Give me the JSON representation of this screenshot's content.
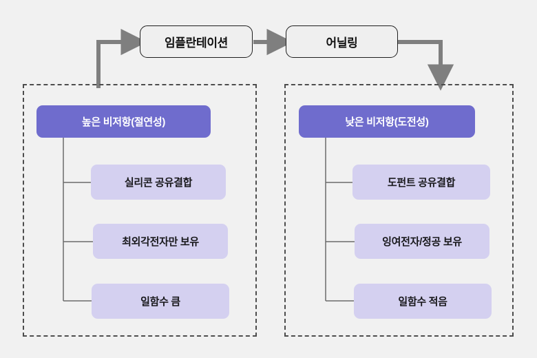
{
  "diagram": {
    "type": "flow-tree",
    "background_color": "#f1f1f1",
    "process_flow": {
      "steps": [
        {
          "id": "implantation",
          "label": "임플란테이션"
        },
        {
          "id": "annealing",
          "label": "어닐링"
        }
      ],
      "connectors": [
        {
          "id": "feedback-to-implantation",
          "from": "insulating-panel",
          "to": "implantation",
          "style": "elbow-arrow",
          "color": "#7f7f7f"
        },
        {
          "id": "implantation-to-annealing",
          "from": "implantation",
          "to": "annealing",
          "style": "straight-arrow",
          "color": "#7f7f7f"
        },
        {
          "id": "annealing-to-conductive",
          "from": "annealing",
          "to": "conductive-panel",
          "style": "elbow-arrow",
          "color": "#7f7f7f"
        }
      ]
    },
    "groups": [
      {
        "id": "insulating-panel",
        "border_style": "dashed",
        "border_color": "#4c4c4c",
        "header": {
          "id": "high-resistivity",
          "label": "높은 비저항(절연성)",
          "fill": "#6f6ccd",
          "text_color": "#ffffff"
        },
        "children": [
          {
            "id": "silicon-covalent",
            "label": "실리콘 공유결합",
            "fill": "#d4d0f0"
          },
          {
            "id": "valence-only",
            "label": "최외각전자만 보유",
            "fill": "#d4d0f0"
          },
          {
            "id": "high-workfunction",
            "label": "일함수 큼",
            "fill": "#d4d0f0"
          }
        ]
      },
      {
        "id": "conductive-panel",
        "border_style": "dashed",
        "border_color": "#4c4c4c",
        "header": {
          "id": "low-resistivity",
          "label": "낮은 비저항(도전성)",
          "fill": "#6f6ccd",
          "text_color": "#ffffff"
        },
        "children": [
          {
            "id": "dopant-covalent",
            "label": "도펀트 공유결합",
            "fill": "#d4d0f0"
          },
          {
            "id": "carrier-surplus",
            "label": "잉여전자/정공 보유",
            "fill": "#d4d0f0"
          },
          {
            "id": "low-workfunction",
            "label": "일함수 적음",
            "fill": "#d4d0f0"
          }
        ]
      }
    ]
  }
}
